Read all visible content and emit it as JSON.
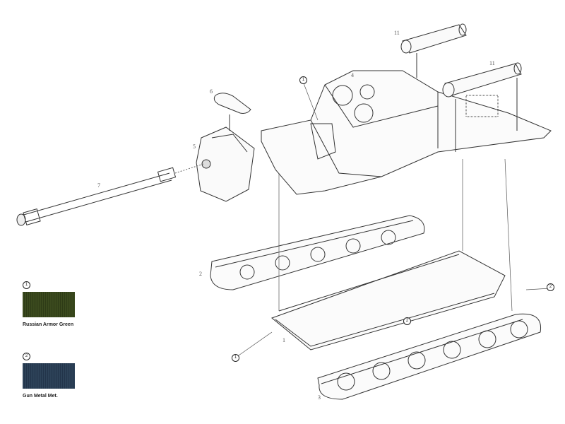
{
  "diagram": {
    "type": "exploded-assembly-view",
    "subject": "tank destroyer hull assembly",
    "part_labels": {
      "p1_bottom": "1",
      "p2_left_track": "2",
      "p3_right_track": "3",
      "p4_top_hull": "4",
      "p5_mantlet": "5",
      "p6_mantlet_cover": "6",
      "p7_gun_barrel": "7",
      "p11_fuel_drum_a": "11",
      "p11_fuel_drum_b": "11"
    },
    "color_callouts": {
      "hull_top": "1",
      "hull_bottom": "1",
      "track_right": "2",
      "hull_bottom_mid": "2"
    }
  },
  "legend": {
    "items": [
      {
        "number": "1",
        "name": "Russian Armor Green",
        "color": "#3b4a1e"
      },
      {
        "number": "2",
        "name": "Gun Metal Met.",
        "color": "#2d4258"
      }
    ]
  }
}
